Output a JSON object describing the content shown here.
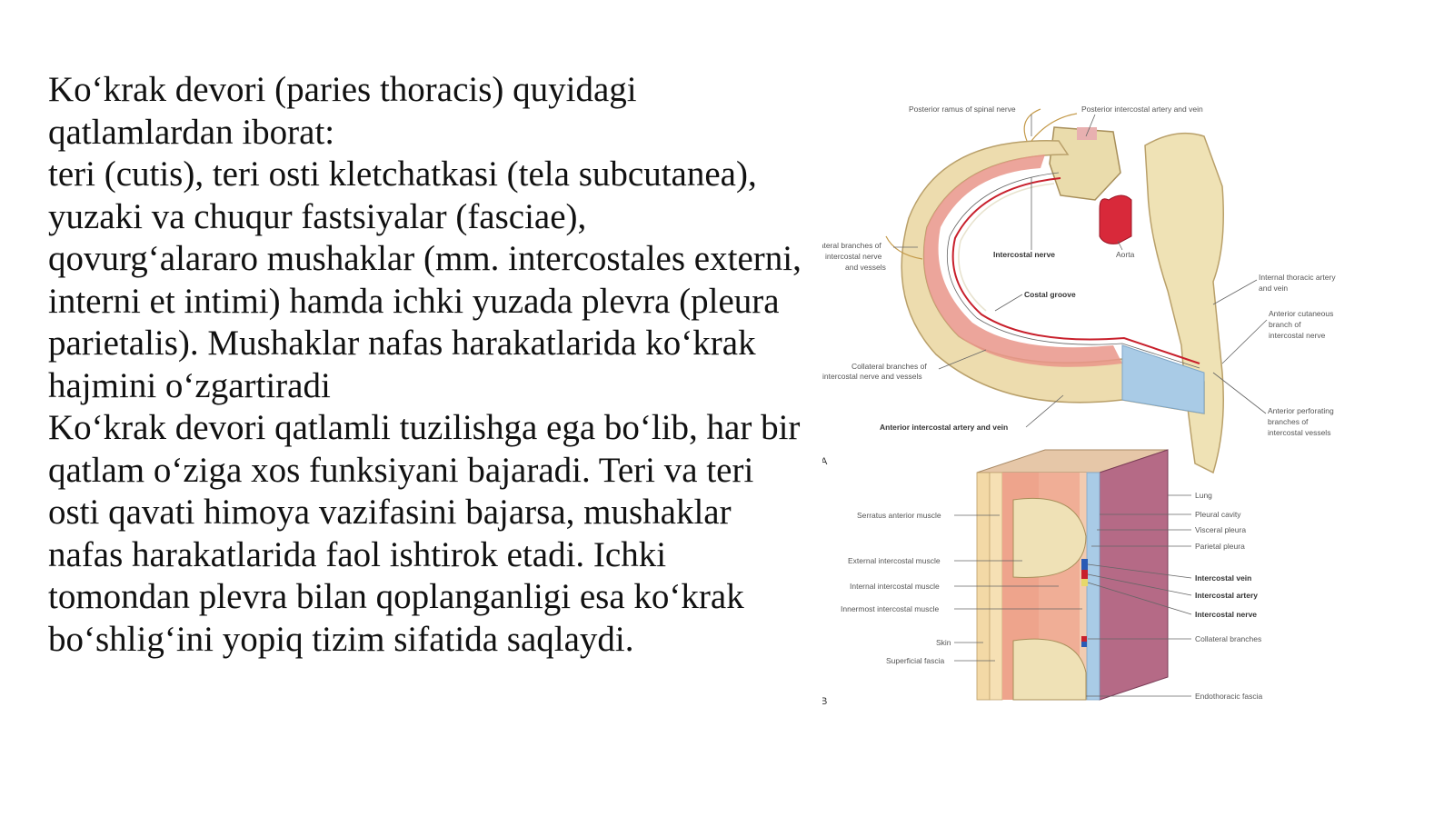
{
  "slide": {
    "paragraphs": [
      "Ko‘krak devori (paries thoracis) quyidagi qatlamlardan iborat:",
      "teri (cutis), teri osti kletchatkasi (tela subcutanea), yuzaki va chuqur fastsiyalar (fasciae), qovurg‘alararo mushaklar (mm. intercostales externi, interni et intimi) hamda ichki yuzada plevra (pleura parietalis). Mushaklar nafas harakatlarida ko‘krak hajmini o‘zgartiradi",
      "Ko‘krak devori qatlamli tuzilishga ega bo‘lib, har bir qatlam o‘ziga xos funksiyani bajaradi. Teri va teri osti qavati himoya vazifasini bajarsa, mushaklar nafas harakatlarida faol ishtirok etadi. Ichki tomondan plevra bilan qoplanganligi esa ko‘krak bo‘shlig‘ini yopiq tizim sifatida saqlaydi."
    ]
  },
  "figure": {
    "panel_a": {
      "letter": "A",
      "labels": {
        "posterior_ramus": "Posterior ramus of spinal nerve",
        "posterior_artery": "Posterior intercostal artery and vein",
        "lateral_branches": [
          "Lateral branches of",
          "intercostal nerve",
          "and vessels"
        ],
        "intercostal_nerve": "Intercostal nerve",
        "aorta": "Aorta",
        "internal_thoracic": [
          "Internal thoracic artery",
          "and vein"
        ],
        "costal_groove": "Costal groove",
        "anterior_cutaneous": [
          "Anterior cutaneous",
          "branch of",
          "intercostal nerve"
        ],
        "collateral_branches": [
          "Collateral branches of",
          "intercostal nerve and vessels"
        ],
        "anterior_perforating": [
          "Anterior perforating",
          "branches of",
          "intercostal vessels"
        ],
        "anterior_intercostal": "Anterior intercostal artery and vein"
      }
    },
    "panel_b": {
      "letter": "B",
      "labels": {
        "serratus": "Serratus anterior muscle",
        "external": "External intercostal muscle",
        "internal": "Internal intercostal muscle",
        "innermost": "Innermost intercostal muscle",
        "skin": "Skin",
        "superficial_fascia": "Superficial fascia",
        "lung": "Lung",
        "pleural_cavity": "Pleural cavity",
        "visceral_pleura": "Visceral pleura",
        "parietal_pleura": "Parietal pleura",
        "intercostal_vein": "Intercostal vein",
        "intercostal_artery": "Intercostal artery",
        "intercostal_nerve": "Intercostal nerve",
        "collateral_branches": "Collateral branches",
        "endothoracic_fascia": "Endothoracic fascia"
      }
    }
  }
}
